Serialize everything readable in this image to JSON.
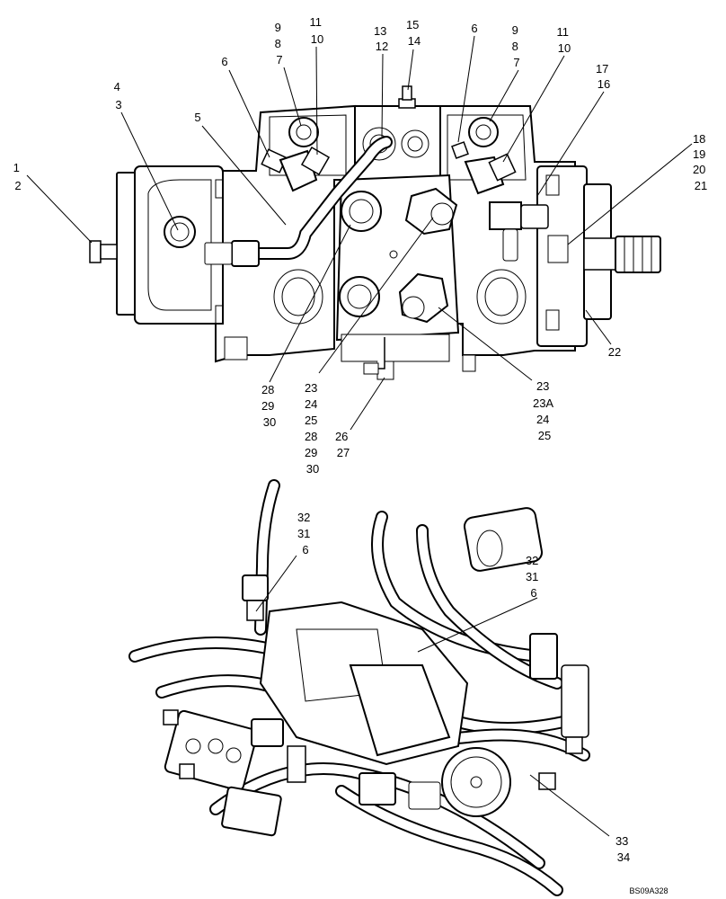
{
  "callouts": [
    {
      "id": "c1",
      "lines": [
        "1",
        "2"
      ]
    },
    {
      "id": "c2",
      "lines": [
        "4",
        "3"
      ]
    },
    {
      "id": "c3",
      "lines": [
        "6"
      ]
    },
    {
      "id": "c4",
      "lines": [
        "5"
      ]
    },
    {
      "id": "c5",
      "lines": [
        "9",
        "8",
        "7"
      ]
    },
    {
      "id": "c6",
      "lines": [
        "11",
        "10"
      ]
    },
    {
      "id": "c7",
      "lines": [
        "13",
        "12"
      ]
    },
    {
      "id": "c8",
      "lines": [
        "15",
        "14"
      ]
    },
    {
      "id": "c9",
      "lines": [
        "6"
      ]
    },
    {
      "id": "c10",
      "lines": [
        "9",
        "8",
        "7"
      ]
    },
    {
      "id": "c11",
      "lines": [
        "11",
        "10"
      ]
    },
    {
      "id": "c12",
      "lines": [
        "17",
        "16"
      ]
    },
    {
      "id": "c13",
      "lines": [
        "18",
        "19",
        "20",
        "21"
      ]
    },
    {
      "id": "c14",
      "lines": [
        "22"
      ]
    },
    {
      "id": "c15",
      "lines": [
        "28",
        "29",
        "30"
      ]
    },
    {
      "id": "c16",
      "lines": [
        "23",
        "24",
        "25",
        "28",
        "29",
        "30"
      ]
    },
    {
      "id": "c17",
      "lines": [
        "26",
        "27"
      ]
    },
    {
      "id": "c18",
      "lines": [
        "23",
        "23A",
        "24",
        "25"
      ]
    },
    {
      "id": "c19",
      "lines": [
        "32",
        "31",
        "6"
      ]
    },
    {
      "id": "c20",
      "lines": [
        "32",
        "31",
        "6"
      ]
    },
    {
      "id": "c21",
      "lines": [
        "33",
        "34"
      ]
    }
  ],
  "reference_code": "BS09A328"
}
